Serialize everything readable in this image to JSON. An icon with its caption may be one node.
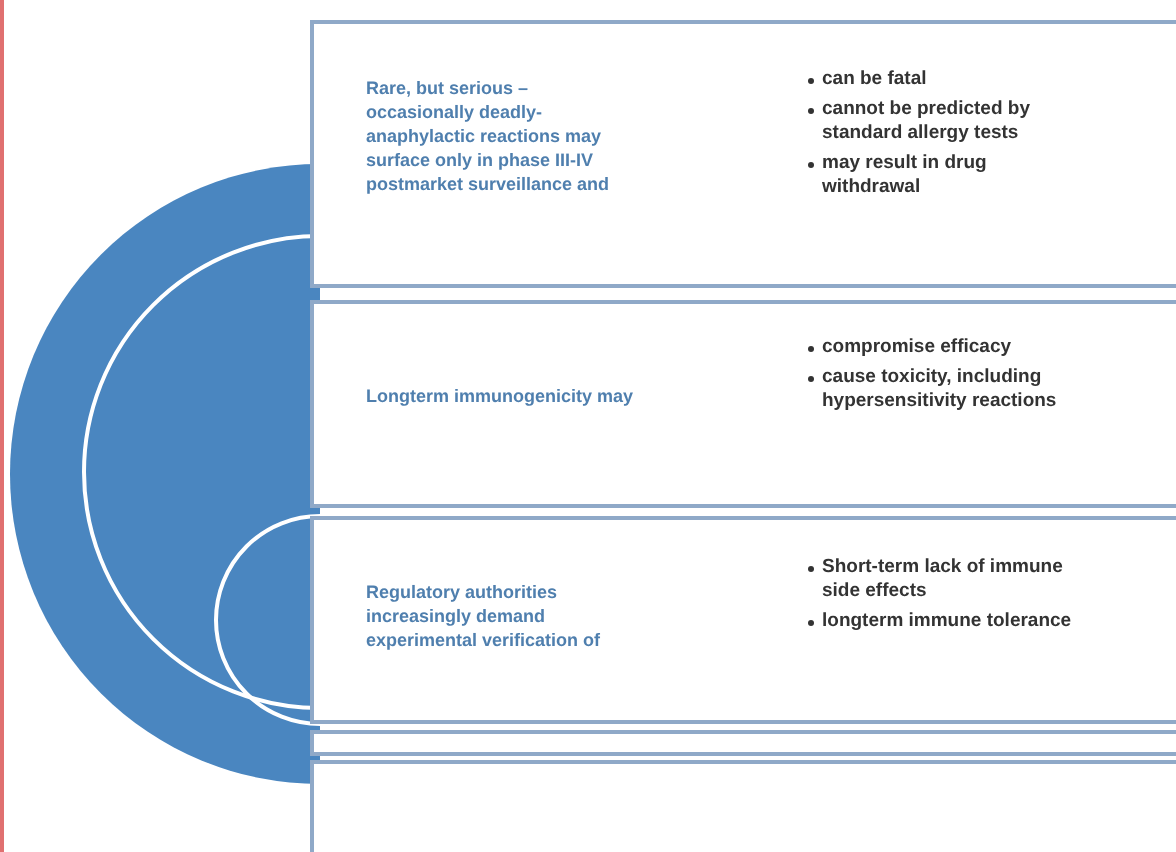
{
  "diagram": {
    "nodes": [
      {
        "text": [
          "Rare, but serious – occasionally deadly- anaphylactic reactions may surface only in phase III-IV postmarket surveillance and",
          "can be fatal",
          "cannot be predicted by standard allergy tests",
          "may result in drug withdrawal"
        ]
      },
      {
        "text": [
          "Longterm immunogenicity may",
          "compromise efficacy",
          "cause toxicity, including hypersensitivity reactions"
        ]
      },
      {
        "text": [
          "Regulatory authorities increasingly demand experimental verification of",
          "Short-term lack of immune side effects",
          "longterm immune tolerance"
        ]
      },
      {
        "text": [],
        "shape": "box"
      },
      {
        "text": [],
        "shape": "box"
      }
    ]
  }
}
